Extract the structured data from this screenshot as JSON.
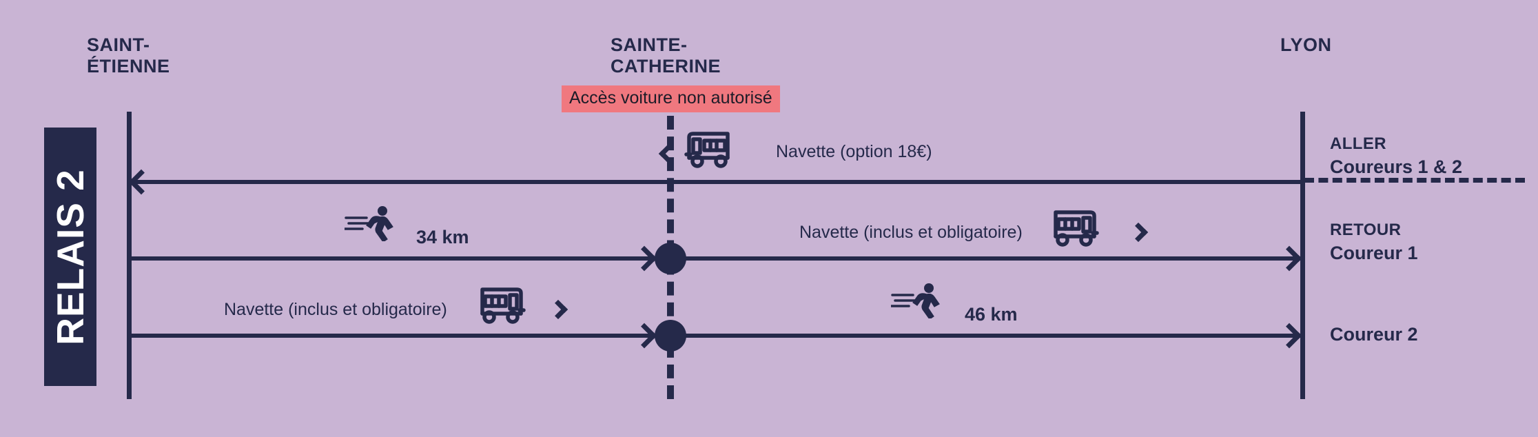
{
  "theme": {
    "background": "#c9b4d4",
    "ink": "#25294a",
    "badge_bg": "#25294a",
    "badge_text": "#ffffff",
    "warning_bg": "#f0787f",
    "warning_text": "#1c1c28"
  },
  "relay": {
    "label": "RELAIS 2"
  },
  "stations": [
    {
      "name": "SAINT-\nÉTIENNE",
      "id": "saint-etienne"
    },
    {
      "name": "SAINTE-\nCATHERINE",
      "id": "sainte-catherine"
    },
    {
      "name": "LYON",
      "id": "lyon"
    }
  ],
  "warning": {
    "text": "Accès voiture non autorisé"
  },
  "directions": [
    {
      "heading": "ALLER",
      "runners": "Coureurs 1 & 2"
    },
    {
      "heading": "RETOUR",
      "runners": "Coureur 1"
    }
  ],
  "extra_runner_label": "Coureur 2",
  "rows": [
    {
      "id": "aller-row",
      "direction": "leftward",
      "segments": [
        {
          "type": "shuttle",
          "label": "Navette (option 18€)",
          "icon": "bus-icon",
          "marker": "chevron-left-icon"
        }
      ]
    },
    {
      "id": "retour-coureur-1",
      "direction": "rightward",
      "segments": [
        {
          "type": "run",
          "label": "34 km",
          "icon": "runner-icon"
        },
        {
          "type": "shuttle",
          "label": "Navette (inclus et obligatoire)",
          "icon": "bus-icon",
          "marker": "chevron-right-icon"
        }
      ]
    },
    {
      "id": "retour-coureur-2",
      "direction": "rightward",
      "segments": [
        {
          "type": "shuttle",
          "label": "Navette (inclus et obligatoire)",
          "icon": "bus-icon",
          "marker": "chevron-right-icon"
        },
        {
          "type": "run",
          "label": "46 km",
          "icon": "runner-icon"
        }
      ]
    }
  ]
}
